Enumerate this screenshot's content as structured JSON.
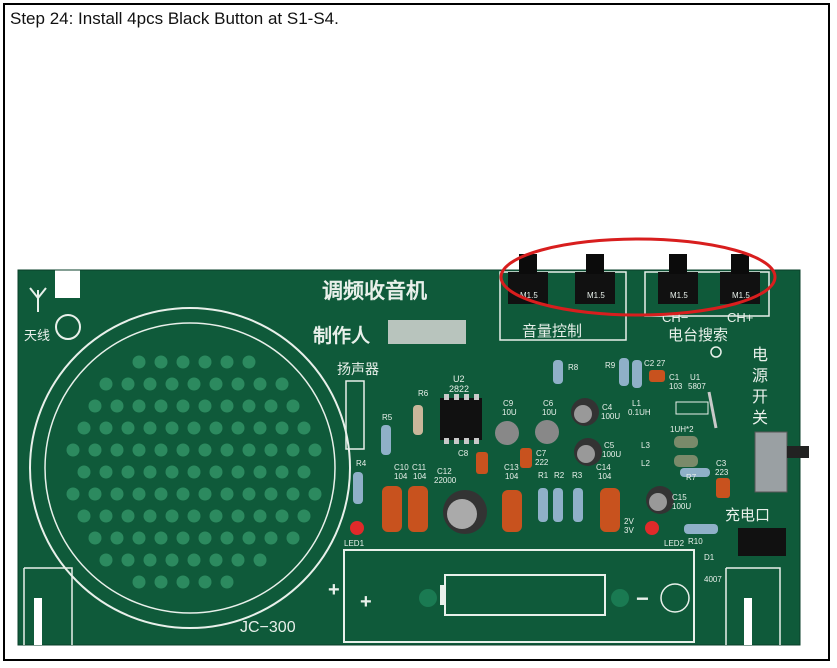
{
  "caption": "Step 24: Install 4pcs Black Button at S1-S4.",
  "board": {
    "title_cn": "调频收音机",
    "maker_cn": "制作人",
    "antenna_cn": "天线",
    "speaker_cn": "扬声器",
    "volume_cn": "音量控制",
    "station_cn": "电台搜索",
    "ch_minus": "CH−",
    "ch_plus": "CH+",
    "power_v": [
      "电",
      "源",
      "开",
      "关"
    ],
    "charge_cn": "充电口",
    "model": "JC−300",
    "plus": "+",
    "minus": "−",
    "buttons": [
      "M1.5",
      "M1.5",
      "M1.5",
      "M1.5"
    ],
    "labels": {
      "U2": "U2",
      "U2v": "2822",
      "R6": "R6",
      "R5": "R5",
      "R4": "R4",
      "R8": "R8",
      "R9": "R9",
      "C2": "C2 27",
      "C1": "C1",
      "C1v": "103",
      "U1": "U1",
      "U1v": "5807",
      "C9": "C9",
      "C9v": "10U",
      "C6": "C6",
      "C6v": "10U",
      "C4": "C4",
      "C4v": "100U",
      "C5": "C5",
      "C5v": "100U",
      "L1": "L1",
      "L1v": "0.1UH",
      "L3": "L3",
      "L2": "L2",
      "L3v": "1UH*2",
      "C3": "C3",
      "C3v": "223",
      "R7": "R7",
      "C8": "C8",
      "C7": "C7",
      "C7v": "222",
      "C10": "C10",
      "C10v": "104",
      "C11": "C11",
      "C11v": "104",
      "C12": "C12",
      "C12v": "22000",
      "C13": "C13",
      "C13v": "104",
      "C14": "C14",
      "C14v": "104",
      "R1": "R1",
      "R2": "R2",
      "R3": "R3",
      "C15": "C15",
      "C15v": "100U",
      "LED1": "LED1",
      "LED2": "LED2",
      "R10": "R10",
      "D1": "D1",
      "D1v": "4007",
      "ZV": "2V",
      "ZV2": "3V"
    }
  },
  "colors": {
    "pcb": "#0f5a3a",
    "silk": "#e8f0ea",
    "highlight": "#d81e1e"
  }
}
